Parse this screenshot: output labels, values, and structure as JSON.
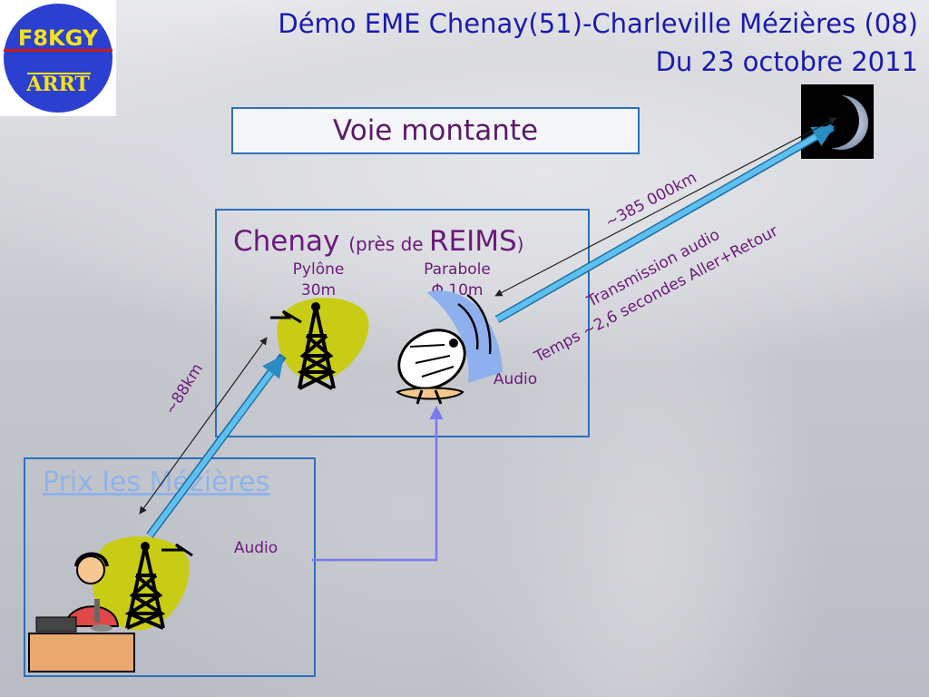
{
  "title": {
    "line1": "Démo EME Chenay(51)-Charleville Mézières (08)",
    "line2": "Du 23 octobre 2011"
  },
  "logo": {
    "callsign": "F8KGY",
    "club": "ARRT"
  },
  "voie_montante": "Voie montante",
  "chenay": {
    "name": "Chenay",
    "pres_de": "(près de ",
    "city": "REIMS",
    "close_paren": ")",
    "pylone_label": "Pylône",
    "pylone_height": "30m",
    "parabole_label": "Parabole",
    "parabole_size": "Φ 10m",
    "audio": "Audio"
  },
  "prix": {
    "name": "Prix les Mézières",
    "audio": "Audio"
  },
  "links": {
    "distance_local": "~88km",
    "distance_moon": "~385 000km",
    "transmission": "Transmission audio",
    "temps": "Temps ~2,6 secondes Aller+Retour"
  },
  "colors": {
    "title": "#1a1ab0",
    "box_border": "#2a6fc0",
    "label": "#6b1a7a",
    "beam": "#3aa8dc",
    "link_audio": "#7a7aee",
    "prix_link": "#4a7ad0"
  }
}
